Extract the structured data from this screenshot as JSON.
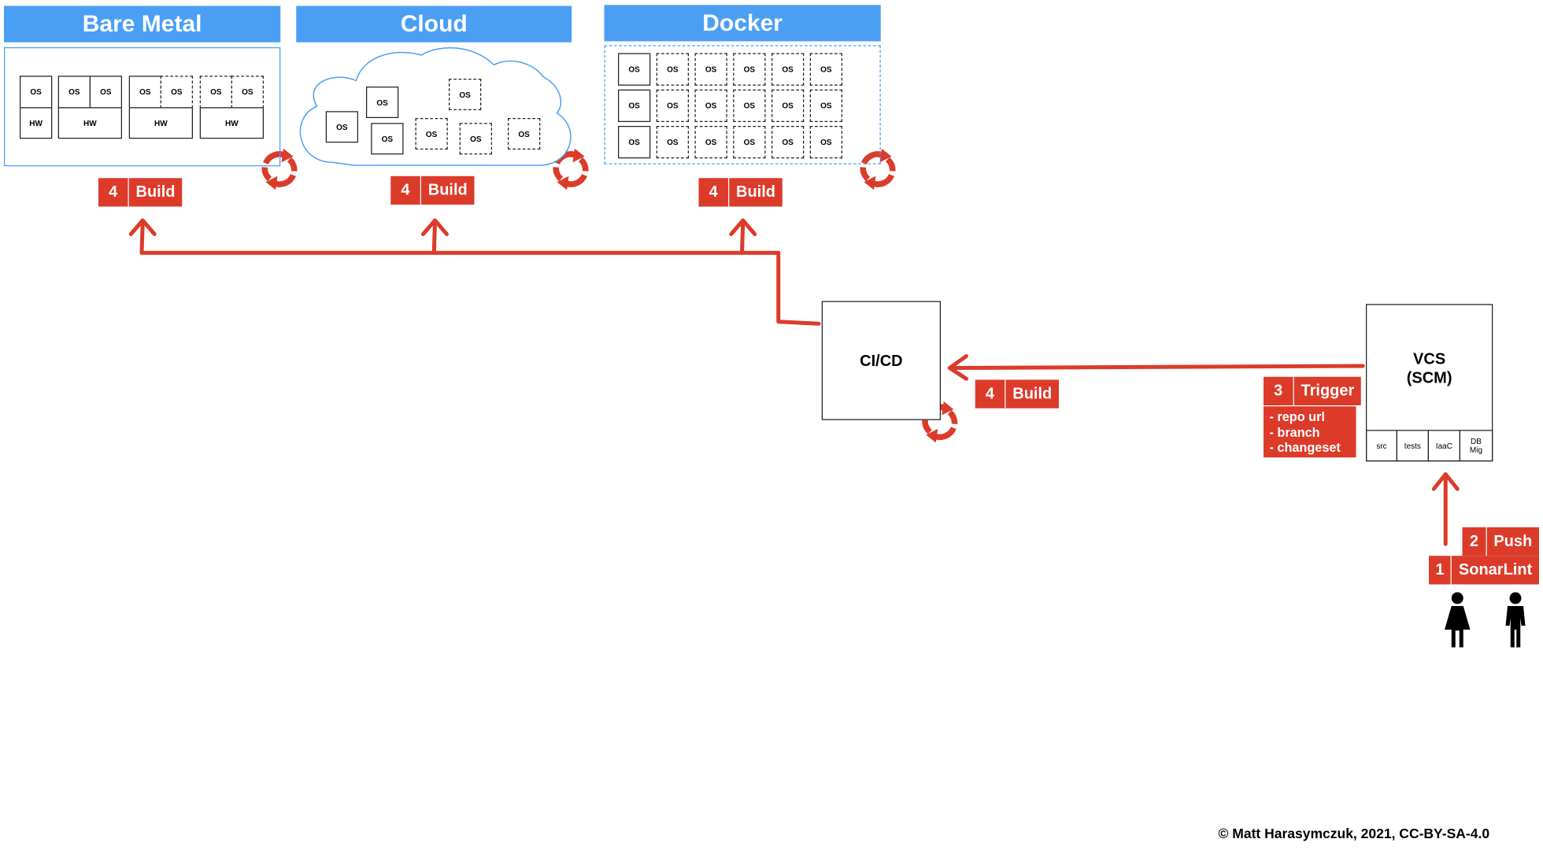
{
  "environments": {
    "bare_metal": {
      "title": "Bare Metal"
    },
    "cloud": {
      "title": "Cloud"
    },
    "docker": {
      "title": "Docker"
    }
  },
  "cell_labels": {
    "os": "OS",
    "hw": "HW"
  },
  "build_badge": {
    "number": "4",
    "label": "Build"
  },
  "cicd": {
    "title": "CI/CD"
  },
  "vcs": {
    "title_line1": "VCS",
    "title_line2": "(SCM)",
    "slots": [
      "src",
      "tests",
      "IaaC",
      "DB Mig"
    ]
  },
  "trigger": {
    "number": "3",
    "label": "Trigger",
    "details": [
      "- repo url",
      "- branch",
      "- changeset"
    ]
  },
  "push": {
    "number": "2",
    "label": "Push"
  },
  "sonarlint": {
    "number": "1",
    "label": "SonarLint"
  },
  "copyright": "© Matt Harasymczuk, 2021, CC-BY-SA-4.0",
  "colors": {
    "accent": "#dc3b2a",
    "header": "#4a9ff5",
    "frame": "#4a9ff5",
    "ink": "#222222"
  },
  "icons": [
    "refresh-cycle-icon",
    "arrow-up-icon",
    "arrow-left-icon",
    "person-female-icon",
    "person-male-icon"
  ]
}
